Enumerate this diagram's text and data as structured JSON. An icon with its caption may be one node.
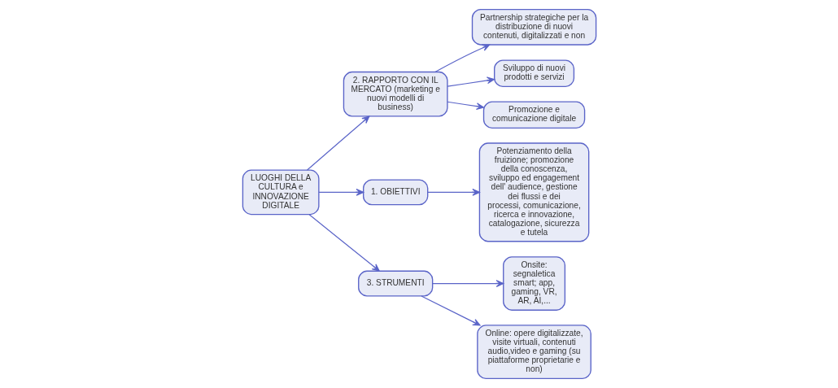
{
  "diagram": {
    "nodes": [
      {
        "text": [
          "LUOGHI DELLA CULTURA e INNOVAZIONE DIGITALE"
        ]
      },
      {
        "text": [
          "2. RAPPORTO CON IL MERCATO (marketing e nuovi modelli di business)"
        ]
      },
      {
        "text": [
          "Partnership strategiche per la distribuzione di nuovi contenuti, digitalizzati e non"
        ]
      },
      {
        "text": [
          "Sviluppo di nuovi prodotti e servizi"
        ]
      },
      {
        "text": [
          "Promozione e comunicazione digitale"
        ]
      },
      {
        "text": [
          "1. OBIETTIVI"
        ]
      },
      {
        "text": [
          "Potenziamento della fruizione; promozione della conoscenza, sviluppo ed engagement dell' audience, gestione dei flussi e dei processi, comunicazione, ricerca e innovazione, catalogazione, sicurezza e tutela"
        ]
      },
      {
        "text": [
          "3. STRUMENTI"
        ]
      },
      {
        "text": [
          "Onsite: segnaletica smart; app, gaming, VR, AR, AI,..."
        ]
      },
      {
        "text": [
          "Online: opere digitalizzate, visite virtuali, contenuti audio,video e gaming (su piattaforme proprietarie e non)"
        ]
      }
    ],
    "edges": [
      {
        "from": 0,
        "to": 1,
        "arrow": "to"
      },
      {
        "from": 1,
        "to": 2,
        "arrow": "to"
      },
      {
        "from": 1,
        "to": 3,
        "arrow": "to"
      },
      {
        "from": 1,
        "to": 4,
        "arrow": "to"
      },
      {
        "from": 0,
        "to": 5,
        "arrow": "to"
      },
      {
        "from": 5,
        "to": 6,
        "arrow": "to"
      },
      {
        "from": 0,
        "to": 7,
        "arrow": "to"
      },
      {
        "from": 7,
        "to": 8,
        "arrow": "to"
      },
      {
        "from": 7,
        "to": 9,
        "arrow": "to"
      }
    ]
  }
}
